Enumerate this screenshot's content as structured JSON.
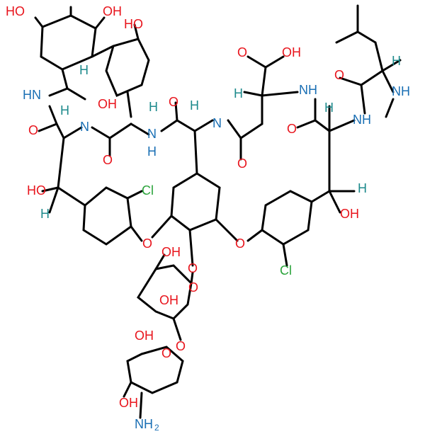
{
  "structure": {
    "atom_labels": [
      {
        "id": "oh-ring-left",
        "text": "HO",
        "color": "red"
      },
      {
        "id": "oh-ring-right",
        "text": "OH",
        "color": "red"
      },
      {
        "id": "oh-phenol-top",
        "text": "HO",
        "color": "red"
      },
      {
        "id": "cooh-o",
        "text": "O",
        "color": "red"
      },
      {
        "id": "cooh-oh",
        "text": "OH",
        "color": "red"
      },
      {
        "id": "nh-left",
        "text": "HN",
        "color": "blue"
      },
      {
        "id": "h-top-left",
        "text": "H",
        "color": "teal"
      },
      {
        "id": "cooh-oh-left",
        "text": "OH",
        "color": "red"
      },
      {
        "id": "o-left-amide",
        "text": "O",
        "color": "red"
      },
      {
        "id": "h-left-2",
        "text": "H",
        "color": "teal"
      },
      {
        "id": "n-left-2",
        "text": "N",
        "color": "blue"
      },
      {
        "id": "h-mid-2",
        "text": "H",
        "color": "teal"
      },
      {
        "id": "o-mid-amide",
        "text": "O",
        "color": "red"
      },
      {
        "id": "nh-n",
        "text": "N",
        "color": "blue"
      },
      {
        "id": "nh-h",
        "text": "H",
        "color": "blue"
      },
      {
        "id": "o-top-amide",
        "text": "O",
        "color": "red"
      },
      {
        "id": "h-center",
        "text": "H",
        "color": "teal"
      },
      {
        "id": "n-center",
        "text": "N",
        "color": "blue"
      },
      {
        "id": "h-asp",
        "text": "H",
        "color": "teal"
      },
      {
        "id": "nh-right",
        "text": "NH",
        "color": "blue"
      },
      {
        "id": "o-asp-amide",
        "text": "O",
        "color": "red"
      },
      {
        "id": "o-right-amide",
        "text": "O",
        "color": "red"
      },
      {
        "id": "h-right",
        "text": "H",
        "color": "teal"
      },
      {
        "id": "nh-leu",
        "text": "NH",
        "color": "blue"
      },
      {
        "id": "o-leu",
        "text": "O",
        "color": "red"
      },
      {
        "id": "h-leu",
        "text": "H",
        "color": "teal"
      },
      {
        "id": "nh-methyl",
        "text": "NH",
        "color": "blue"
      },
      {
        "id": "ho-left",
        "text": "HO",
        "color": "red"
      },
      {
        "id": "h-left-3",
        "text": "H",
        "color": "teal"
      },
      {
        "id": "cl-left",
        "text": "Cl",
        "color": "green"
      },
      {
        "id": "h-right-2",
        "text": "H",
        "color": "teal"
      },
      {
        "id": "oh-right",
        "text": "OH",
        "color": "red"
      },
      {
        "id": "o-ether-left",
        "text": "O",
        "color": "red"
      },
      {
        "id": "o-ether-right",
        "text": "O",
        "color": "red"
      },
      {
        "id": "cl-right",
        "text": "Cl",
        "color": "green"
      },
      {
        "id": "oh-sugar-ch2",
        "text": "OH",
        "color": "red"
      },
      {
        "id": "o-glyco",
        "text": "O",
        "color": "red"
      },
      {
        "id": "o-sugar-ring",
        "text": "O",
        "color": "red"
      },
      {
        "id": "oh-sugar-1",
        "text": "OH",
        "color": "red"
      },
      {
        "id": "oh-sugar-2",
        "text": "OH",
        "color": "red"
      },
      {
        "id": "o-glyco-2",
        "text": "O",
        "color": "red"
      },
      {
        "id": "o-sugar2-ring",
        "text": "O",
        "color": "red"
      },
      {
        "id": "oh-sugar2",
        "text": "OH",
        "color": "red"
      },
      {
        "id": "nh2",
        "text": "NH",
        "color": "blue"
      },
      {
        "id": "nh2-sub",
        "text": "2",
        "color": "blue"
      }
    ],
    "colors": {
      "red": "#e8141c",
      "blue": "#1a6fb4",
      "teal": "#1d8a8c",
      "green": "#2aa33a",
      "black": "#000000"
    }
  }
}
